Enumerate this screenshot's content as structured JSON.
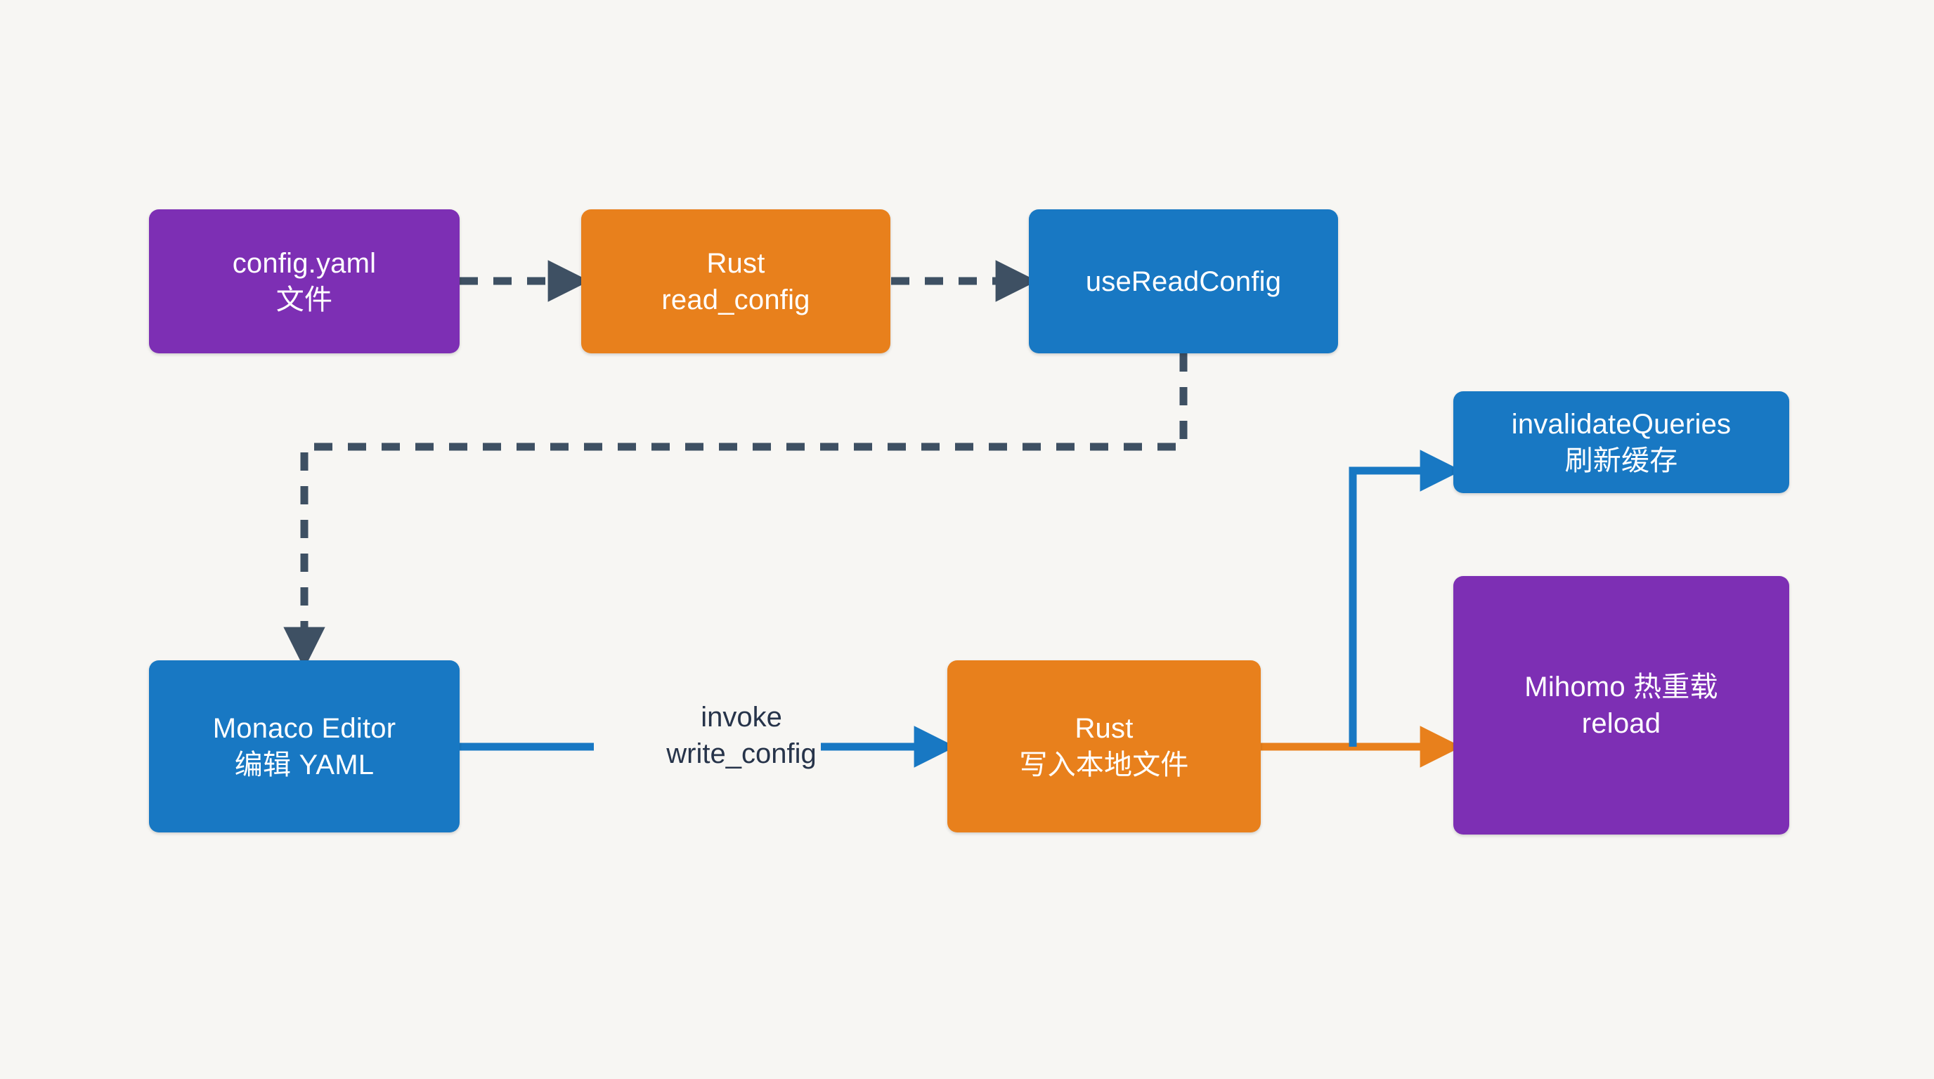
{
  "diagram": {
    "type": "flowchart",
    "background_color": "#f7f6f3",
    "palette": {
      "purple": "#7d2fb4",
      "orange": "#e8801c",
      "blue": "#1878c3",
      "dashed_edge": "#3e5063",
      "solid_blue_edge": "#1878c3",
      "solid_orange_edge": "#e8801c",
      "label_text": "#27344a",
      "node_text": "#ffffff"
    },
    "nodes": [
      {
        "id": "config-yaml",
        "color": "purple",
        "line1": "config.yaml",
        "line2": "文件"
      },
      {
        "id": "rust-read-config",
        "color": "orange",
        "line1": "Rust",
        "line2": "read_config"
      },
      {
        "id": "use-read-config",
        "color": "blue",
        "line1": "useReadConfig",
        "line2": ""
      },
      {
        "id": "invalidate-queries",
        "color": "blue",
        "line1": "invalidateQueries",
        "line2": "刷新缓存"
      },
      {
        "id": "monaco-editor",
        "color": "blue",
        "line1": "Monaco Editor",
        "line2": "编辑 YAML"
      },
      {
        "id": "rust-write-config",
        "color": "orange",
        "line1": "Rust",
        "line2": "写入本地文件"
      },
      {
        "id": "mihomo-reload",
        "color": "purple",
        "line1": "Mihomo 热重载",
        "line2": "reload"
      }
    ],
    "edges": [
      {
        "id": "config-to-rust-read",
        "from": "config-yaml",
        "to": "rust-read-config",
        "style": "dashed",
        "color": "#3e5063",
        "label": ""
      },
      {
        "id": "rust-read-to-use-read",
        "from": "rust-read-config",
        "to": "use-read-config",
        "style": "dashed",
        "color": "#3e5063",
        "label": ""
      },
      {
        "id": "use-read-to-monaco",
        "from": "use-read-config",
        "to": "monaco-editor",
        "style": "dashed",
        "color": "#3e5063",
        "label": ""
      },
      {
        "id": "monaco-to-rust-write",
        "from": "monaco-editor",
        "to": "rust-write-config",
        "style": "solid",
        "color": "#1878c3",
        "label_line1": "invoke",
        "label_line2": "write_config"
      },
      {
        "id": "rust-write-to-mihomo",
        "from": "rust-write-config",
        "to": "mihomo-reload",
        "style": "solid",
        "color": "#e8801c",
        "label": ""
      },
      {
        "id": "rust-write-to-invalidate",
        "from": "rust-write-config",
        "to": "invalidate-queries",
        "style": "solid",
        "color": "#1878c3",
        "label": ""
      }
    ]
  }
}
